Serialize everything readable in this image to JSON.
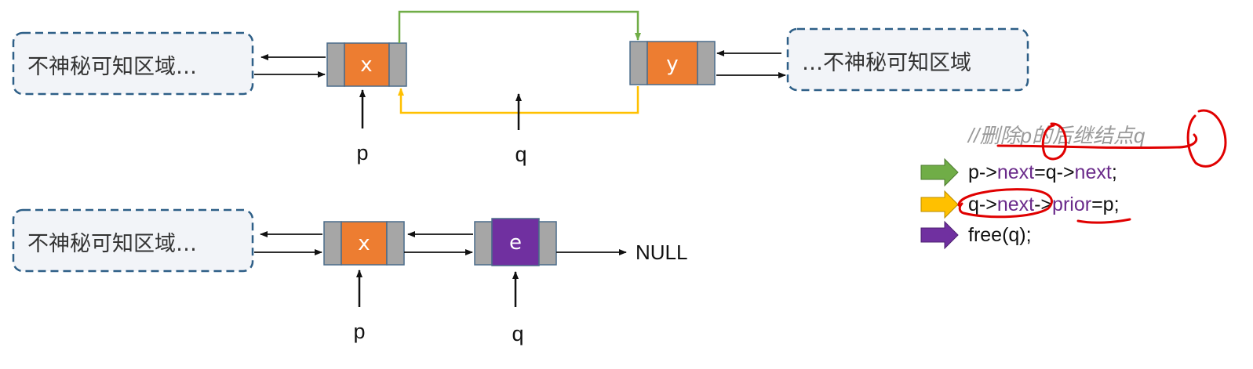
{
  "diagram": {
    "top": {
      "left_region": "不神秘可知区域…",
      "right_region": "…不神秘可知区域",
      "node_x": "x",
      "node_y": "y",
      "pointer_p": "p",
      "pointer_q": "q"
    },
    "bottom": {
      "left_region": "不神秘可知区域…",
      "node_x": "x",
      "node_e": "e",
      "null_text": "NULL",
      "pointer_p": "p",
      "pointer_q": "q"
    },
    "colors": {
      "node_fill": "#ed7d31",
      "node_e_fill": "#7030a0",
      "slot_fill": "#a6a6a6",
      "region_border": "#2e5f87",
      "region_fill": "#f2f4f8",
      "green_arrow": "#70ad47",
      "yellow_arrow": "#ffc000",
      "purple_arrow": "#7030a0",
      "annotation_red": "#e00000"
    }
  },
  "code": {
    "comment": "//删除p的后继结点q",
    "line1": {
      "a": "p->",
      "b": "next",
      "c": "=q->",
      "d": "next",
      "e": ";"
    },
    "line2": {
      "a": "q->",
      "b": "next",
      "c": "->",
      "d": "prior",
      "e": "=p;"
    },
    "line3": {
      "a": "free(q);"
    },
    "arrows": [
      "green-arrow",
      "yellow-arrow",
      "purple-arrow"
    ]
  }
}
